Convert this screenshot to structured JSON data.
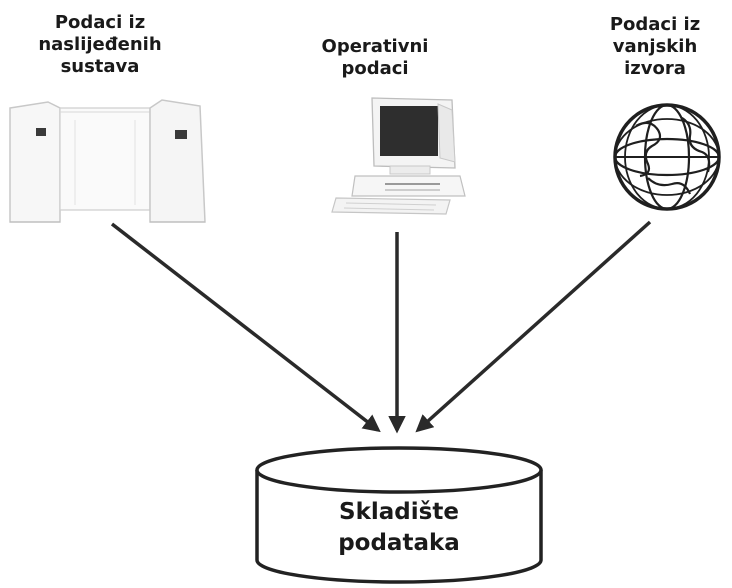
{
  "sources": {
    "legacy": {
      "lines": [
        "Podaci iz",
        "naslijeđenih",
        "sustava"
      ],
      "icon": "mainframe-icon"
    },
    "operational": {
      "lines": [
        "Operativni",
        "podaci"
      ],
      "icon": "desktop-computer-icon"
    },
    "external": {
      "lines": [
        "Podaci iz",
        "vanjskih",
        "izvora"
      ],
      "icon": "globe-icon"
    }
  },
  "warehouse": {
    "lines": [
      "Skladište",
      "podataka"
    ],
    "icon": "database-cylinder-icon"
  },
  "colors": {
    "stroke": "#2a2a2a",
    "text": "#1a1a1a",
    "fill": "#ffffff"
  }
}
